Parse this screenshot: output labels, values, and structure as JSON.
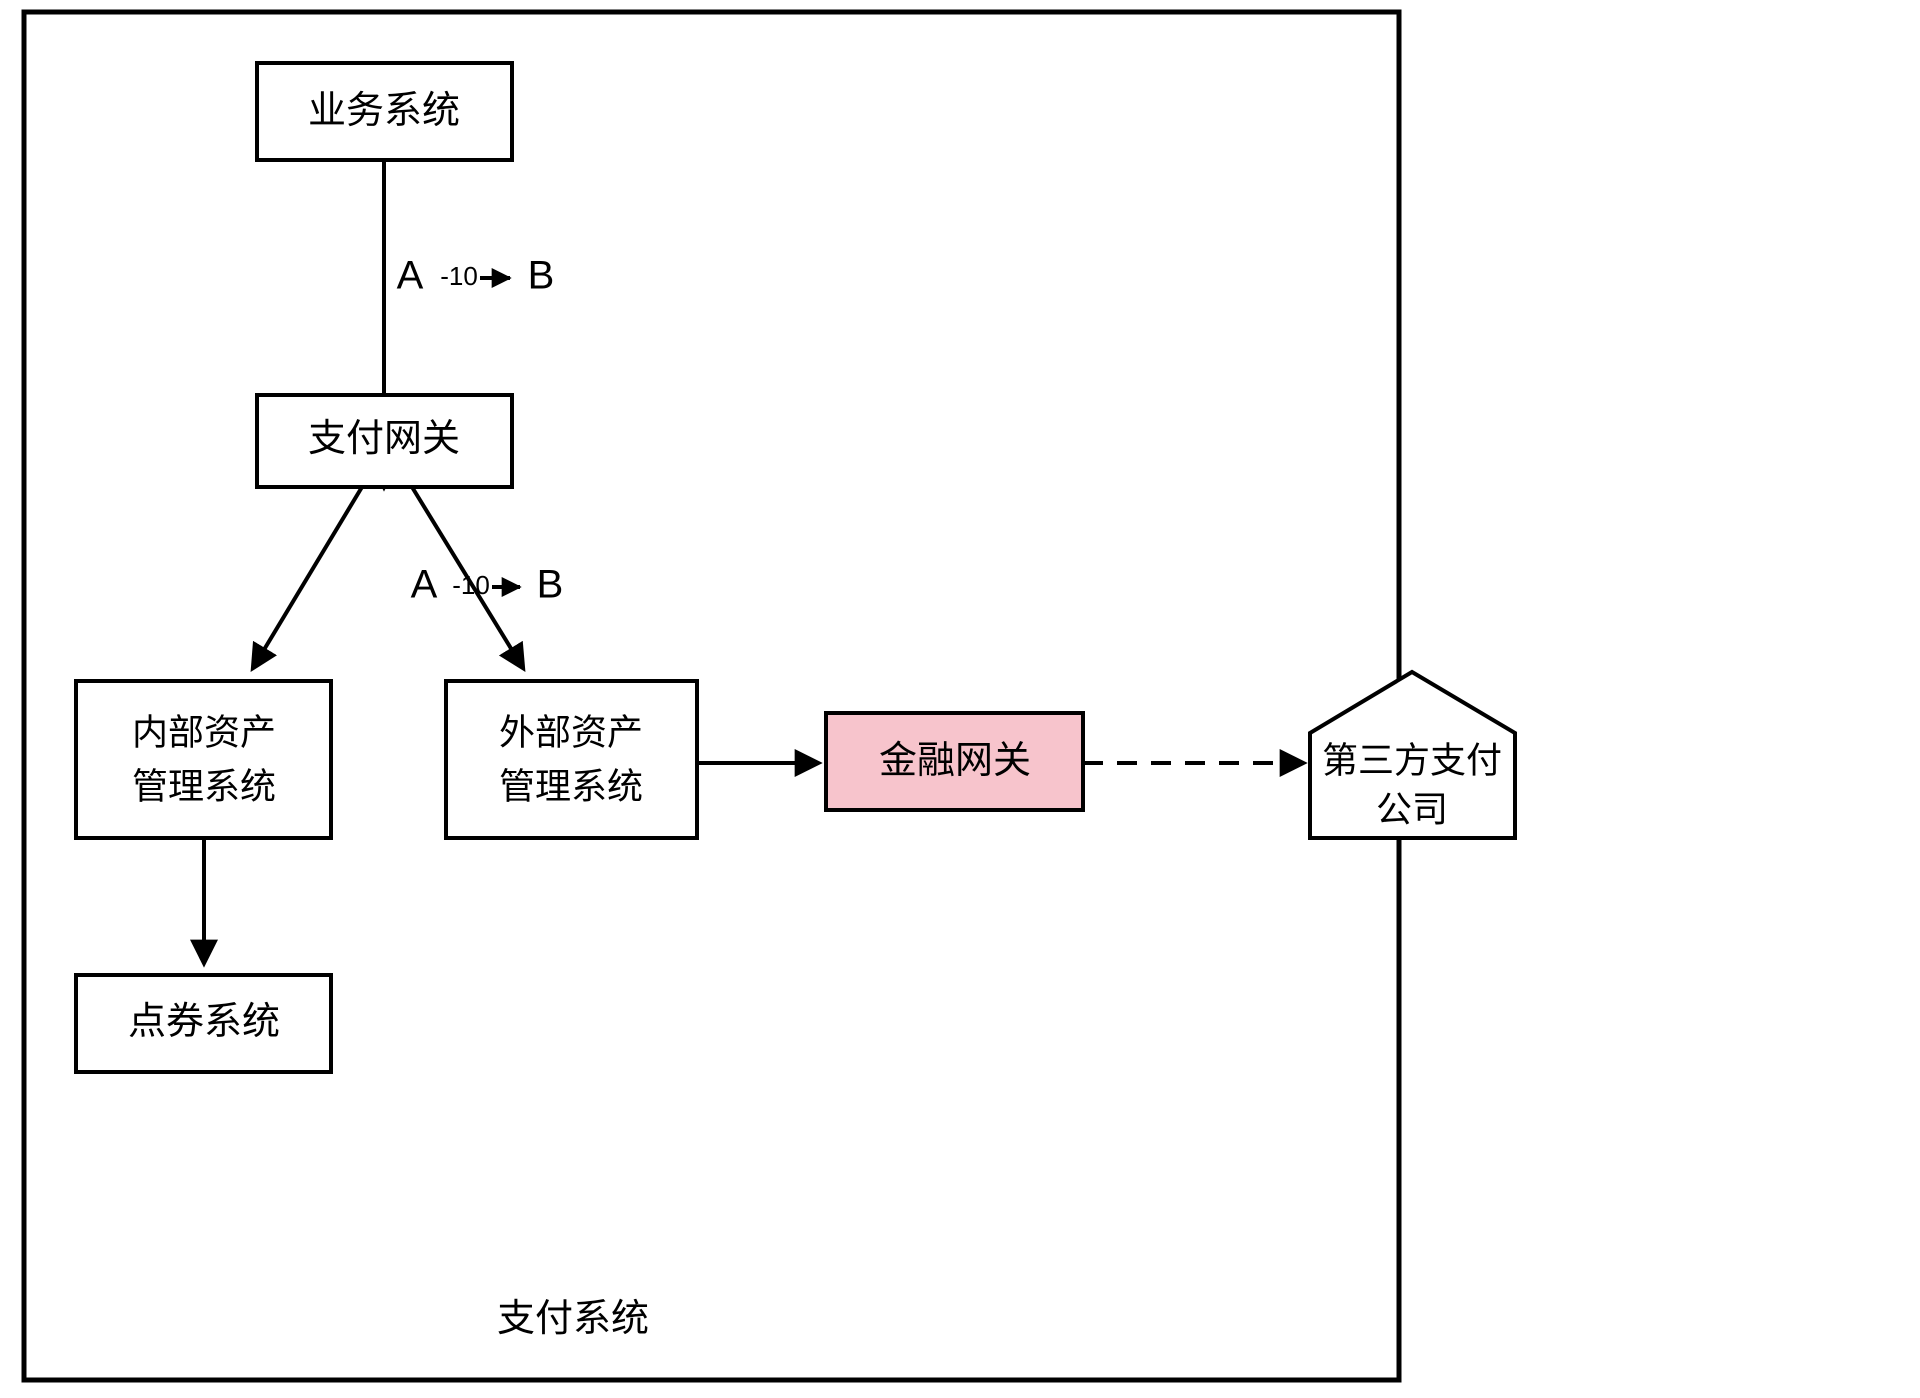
{
  "diagram": {
    "title": "支付系统",
    "container_caption": "支付系统",
    "colors": {
      "highlight_fill": "#f7c4cc",
      "stroke": "#000000",
      "background": "#ffffff"
    },
    "nodes": [
      {
        "id": "business-system",
        "label": "业务系统",
        "shape": "rect"
      },
      {
        "id": "payment-gateway",
        "label": "支付网关",
        "shape": "rect"
      },
      {
        "id": "internal-asset",
        "label_line1": "内部资产",
        "label_line2": "管理系统",
        "shape": "rect"
      },
      {
        "id": "external-asset",
        "label_line1": "外部资产",
        "label_line2": "管理系统",
        "shape": "rect"
      },
      {
        "id": "voucher-system",
        "label": "点券系统",
        "shape": "rect"
      },
      {
        "id": "financial-gateway",
        "label": "金融网关",
        "shape": "rect-highlight"
      },
      {
        "id": "third-party-pay",
        "label_line1": "第三方支付",
        "label_line2": "公司",
        "shape": "pentagon"
      }
    ],
    "edges": [
      {
        "id": "business-to-gateway",
        "from": "business-system",
        "to": "payment-gateway",
        "style": "solid",
        "label_a": "A",
        "label_amount": "-10",
        "label_b": "B"
      },
      {
        "id": "gateway-to-internal",
        "from": "payment-gateway",
        "to": "internal-asset",
        "style": "solid"
      },
      {
        "id": "gateway-to-external",
        "from": "payment-gateway",
        "to": "external-asset",
        "style": "solid",
        "label_a": "A",
        "label_amount": "-10",
        "label_b": "B"
      },
      {
        "id": "internal-to-voucher",
        "from": "internal-asset",
        "to": "voucher-system",
        "style": "solid"
      },
      {
        "id": "external-to-financial",
        "from": "external-asset",
        "to": "financial-gateway",
        "style": "solid"
      },
      {
        "id": "financial-to-thirdparty",
        "from": "financial-gateway",
        "to": "third-party-pay",
        "style": "dashed"
      }
    ]
  }
}
